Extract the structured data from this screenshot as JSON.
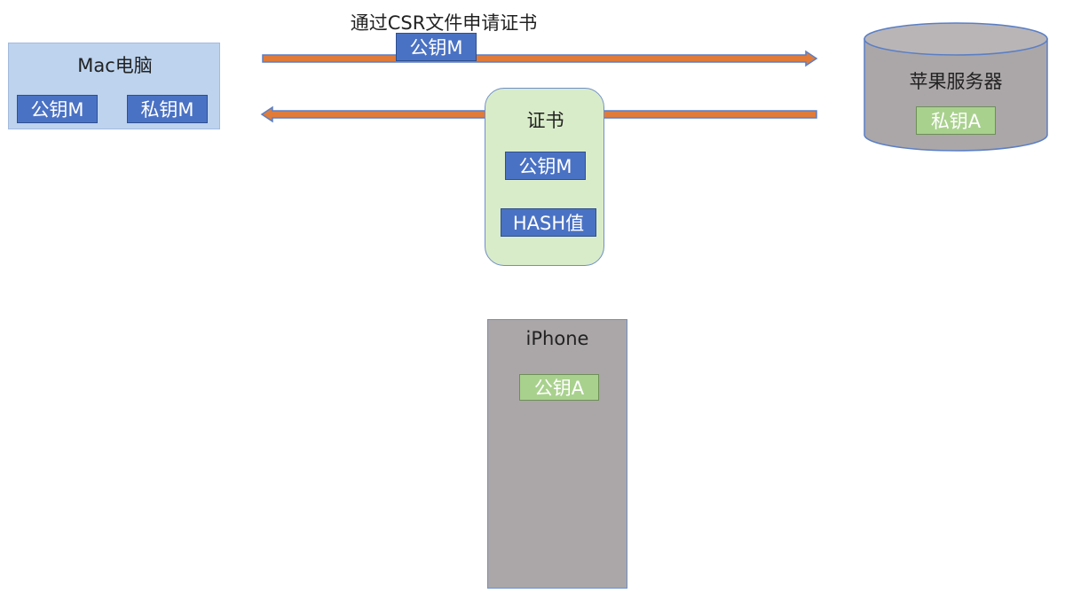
{
  "mac": {
    "title": "Mac电脑",
    "public_key": "公钥M",
    "private_key": "私钥M"
  },
  "request": {
    "label": "通过CSR文件申请证书",
    "public_key": "公钥M"
  },
  "server": {
    "title": "苹果服务器",
    "private_key": "私钥A"
  },
  "certificate": {
    "title": "证书",
    "public_key": "公钥M",
    "hash": "HASH值"
  },
  "iphone": {
    "title": "iPhone",
    "public_key": "公钥A"
  },
  "colors": {
    "blue_chip": "#4a72c4",
    "green_chip": "#a9d18e",
    "arrow_fill": "#e07b39",
    "arrow_stroke": "#5b7fc4",
    "mac_bg": "#bdd3ee",
    "cert_bg": "#d9ecc9",
    "device_gray": "#aba7a9"
  }
}
